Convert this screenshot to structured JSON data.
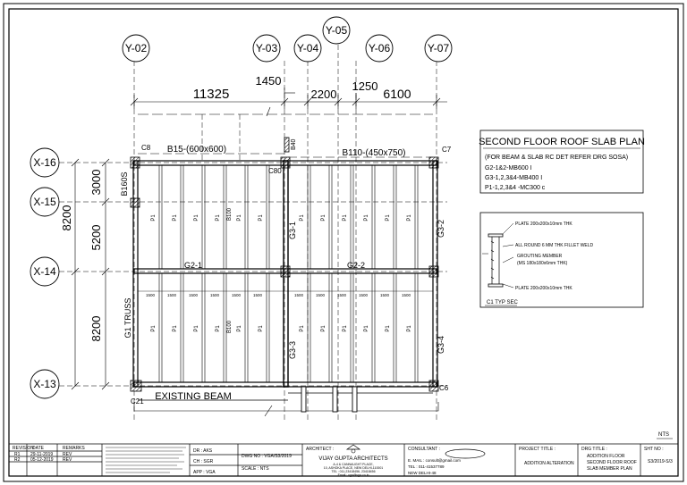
{
  "grid_x": [
    "Y-02",
    "Y-03",
    "Y-04",
    "Y-05",
    "Y-06",
    "Y-07"
  ],
  "grid_y": [
    "X-16",
    "X-15",
    "X-14",
    "X-13"
  ],
  "dims_top": {
    "d1": "11325",
    "d2": "1450",
    "d3": "2200",
    "d4": "1250",
    "d5": "6100"
  },
  "dims_left": {
    "d1": "3000",
    "d2": "8200",
    "d3": "5200",
    "d4": "8200"
  },
  "beams": {
    "b15": "B15-(600x600)",
    "b110": "B110-(450x750)",
    "b160": "B160S",
    "g2_1": "G2-1",
    "g2_2": "G2-2",
    "g3_1": "G3-1",
    "g3_2": "G3-2",
    "g3_3": "G3-3",
    "g3_4": "G3-4",
    "g1": "G1 TRUSS",
    "b8100a": "B100",
    "b8100b": "B100"
  },
  "cols": {
    "c8": "C8",
    "c7": "C7",
    "c21": "C21",
    "c6": "C6",
    "c80": "C80",
    "b40": "B40"
  },
  "existing_beam": "EXISTING BEAM",
  "purlin_label": "P1",
  "pitch_label": "1500",
  "title_box": {
    "title": "SECOND FLOOR ROOF SLAB PLAN",
    "line1": "(FOR BEAM & SLAB RC DET REFER DRG SOSA)",
    "line2": "G2-1&2-MB600 I",
    "line3": "G3-1,2,3&4-MB400 I",
    "line4": "P1-1,2,3&4 -MC300 c"
  },
  "detail": {
    "top": "PLATE 200x200x10mm THK",
    "mid1": "ALL ROUND 6 MM THK FILLET WELD",
    "mid2": "GROUTING MEMBER",
    "mid3": "(MS 180x180x6mm THK)",
    "bottom": "PLATE 200x200x10mm THK",
    "caption": "C1 TYP SEC"
  },
  "title_block": {
    "rev_h": "REVISION",
    "date_h": "DATE",
    "remarks_h": "REMARKS",
    "rev1": "R1",
    "date1": "29-11-2019",
    "rem1": "REV",
    "rev2": "R2",
    "date2": "05-12-2019",
    "rem2": "REV",
    "dr": "DR : AKS",
    "ch": "CH : SGR",
    "app": "APP : VGA",
    "scale": "SCALE : NTS",
    "dwg": "DWG NO : VGA/S3/2019",
    "arch_h": "ARCHITECT :",
    "arch": "VIJAY GUPTA ARCHITECTS",
    "arch_a1": "A-4 & CANNAUGHT PLACE,",
    "arch_a2": "10, ASHOKA PLACE, NEW DELHI-110001",
    "arch_a3": "TEL : 011-23418456, 23418456",
    "arch_a4": "Email : vga@vga.co.in",
    "cons_h": "CONSULTANT :",
    "cons_l1": "E. MAIL : consult@gmail.com",
    "cons_l2": "TEL : 011-41537789",
    "cons_l3": "NEW DELHI-48",
    "proj_h": "PROJECT TITLE :",
    "proj": "ADDITION ALTERATION",
    "dt_h": "DRG TITLE :",
    "dt1": "ADDITION FLOOR",
    "dt2": "SECOND FLOOR ROOF",
    "dt3": "SLAB MEMBER PLAN",
    "sh_h": "SHT NO :",
    "sh": "S3/2019-S/3"
  },
  "north": "NTS"
}
